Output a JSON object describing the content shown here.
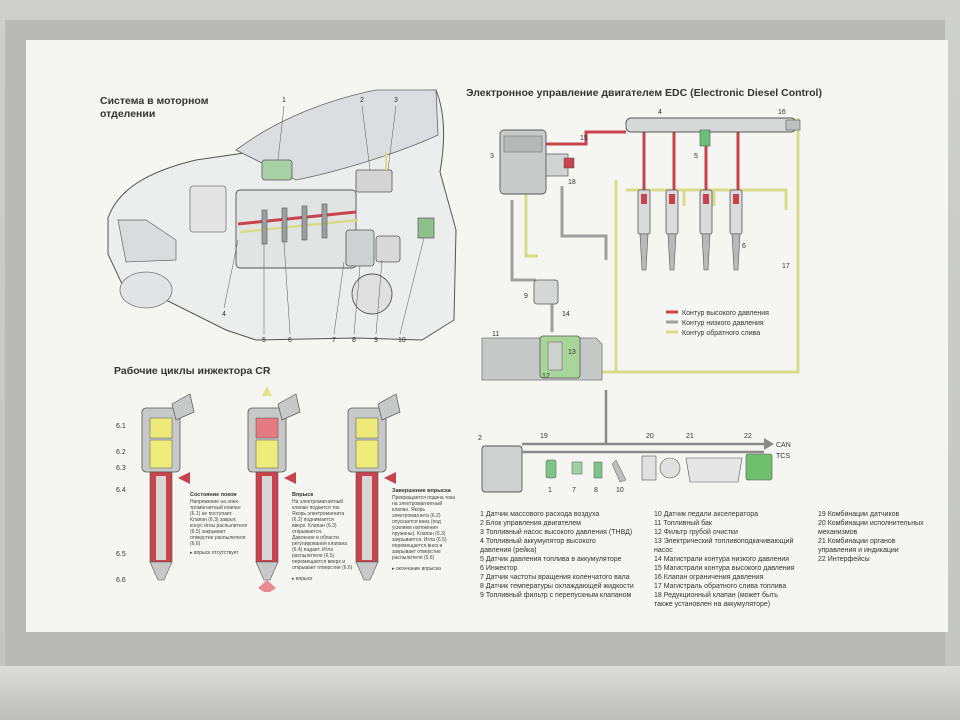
{
  "engine_title_1": "Система в моторном",
  "engine_title_2": "отделении",
  "edc_title": "Электронное управление двигателем EDC (Electronic Diesel Control)",
  "cycles_title": "Рабочие циклы инжектора CR",
  "circuit_legend": {
    "high": "Контур высокого давления",
    "low": "Контур низкого давления",
    "return": "Контур обратного слива"
  },
  "bus": {
    "can": "CAN",
    "tcs": "TCS"
  },
  "cycle_labels": [
    "6.1",
    "6.2",
    "6.3",
    "6.4",
    "6.5",
    "6.6"
  ],
  "cycles": [
    {
      "caption": "Состояние покоя",
      "lines": [
        "Напряжение на элек-",
        "тромагнитный клапан",
        "(6.1) не поступает.",
        "Клапан (6.3) закрыт,",
        "конус иглы распылителя",
        "(6.5) закрывает",
        "отверстие распылителя",
        "(6.6)"
      ],
      "note": "▸ впрыск отсутствует"
    },
    {
      "caption": "Впрыск",
      "lines": [
        "На электромагнитный",
        "клапан подается ток.",
        "Якорь электромагнита",
        "(6.2) поднимается",
        "вверх. Клапан (6.3)",
        "открывается.",
        "Давление в области",
        "регулирования клапана",
        "(6.4) падает. Игла",
        "распылителя (6.5)",
        "перемещается вверх и",
        "открывает отверстие (6.6)"
      ],
      "note": "▸ впрыск"
    },
    {
      "caption": "Завершение впрыска",
      "lines": [
        "Прекращается подача тока",
        "на электромагнитный",
        "клапан. Якорь",
        "электромагнита (6.2)",
        "опускается вниз (под",
        "усилием натяжения",
        "пружины). Клапан (6.3)",
        "закрывается. Игла (6.5)",
        "перемещается вниз и",
        "закрывает отверстие",
        "распылителя (6.6)"
      ],
      "note": "▸ окончание впрыска"
    }
  ],
  "legend_col1": [
    "1 Датчик массового расхода воздуха",
    "2 Блок управления двигателем",
    "3 Топливный насос высокого давления (ТНВД)",
    "4 Топливный аккумулятор высокого",
    "   давления (рейка)",
    "5 Датчик давления топлива в аккумуляторе",
    "6 Инжектор",
    "7 Датчик частоты вращения коленчатого вала",
    "8 Датчик температуры охлаждающей жидкости",
    "9 Топливный фильтр с перепускным клапаном"
  ],
  "legend_col2": [
    "10 Датчик педали акселератора",
    "11 Топливный бак",
    "12 Фильтр грубой очистки",
    "13 Электрический топливоподкачивающий",
    "     насос",
    "14 Магистрали контура низкого давления",
    "15 Магистрали контура высокого давления",
    "16 Клапан ограничения давления",
    "17 Магистраль обратного слива топлива",
    "18 Редукционный клапан (может быть",
    "     также установлен на аккумуляторе)"
  ],
  "legend_col3": [
    "19 Комбинации датчиков",
    "20 Комбинации исполнительных",
    "     механизмов",
    "21 Комбинации органов",
    "     управления и индикации",
    "22 Интерфейсы"
  ],
  "engine_nums": [
    "1",
    "2",
    "3",
    "4",
    "5",
    "6",
    "7",
    "8",
    "9",
    "10"
  ],
  "edc_nums": [
    "3",
    "15",
    "18",
    "4",
    "16",
    "5",
    "6",
    "17",
    "9",
    "14",
    "11",
    "13",
    "12",
    "2",
    "19",
    "20",
    "21",
    "22",
    "1",
    "7",
    "8",
    "10"
  ],
  "colors": {
    "high": "#c8434e",
    "low": "#9a9a9a",
    "return": "#d7dc8a"
  }
}
